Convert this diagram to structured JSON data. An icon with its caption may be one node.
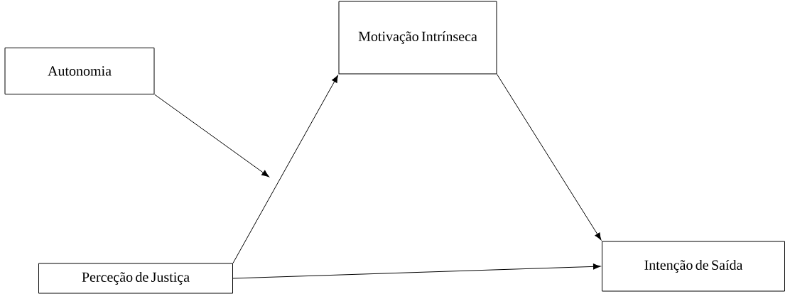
{
  "diagram": {
    "nodes": [
      {
        "text": [
          "Autonomia"
        ]
      },
      {
        "text": [
          "Motivação Intrínseca"
        ]
      },
      {
        "text": [
          "Perceção de Justiça"
        ]
      },
      {
        "text": [
          "Intenção de Saída"
        ]
      }
    ],
    "edges": [
      {
        "from": 2,
        "to": 1,
        "arrow": "to"
      },
      {
        "from": 1,
        "to": 3,
        "arrow": "to"
      },
      {
        "from": 2,
        "to": 3,
        "arrow": "to"
      },
      {
        "from": 0,
        "to": null,
        "arrow": "to"
      }
    ]
  }
}
